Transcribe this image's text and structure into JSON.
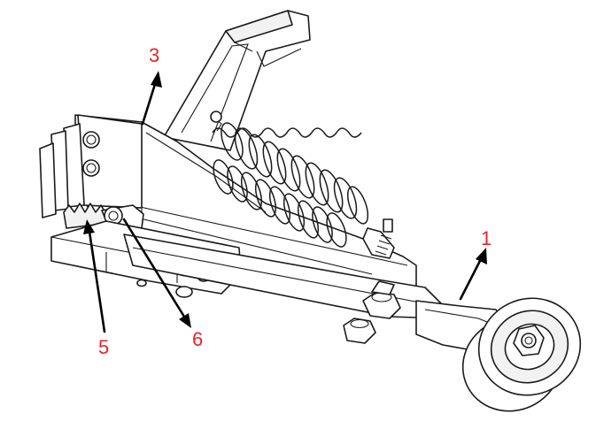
{
  "callouts": [
    {
      "id": "callout-1",
      "label": "1"
    },
    {
      "id": "callout-3",
      "label": "3"
    },
    {
      "id": "callout-5",
      "label": "5"
    },
    {
      "id": "callout-6",
      "label": "6"
    }
  ],
  "colors": {
    "callout_text": "#e8242a",
    "line_art": "#1a1a1a",
    "leader_arrow": "#000000",
    "background": "#ffffff"
  }
}
